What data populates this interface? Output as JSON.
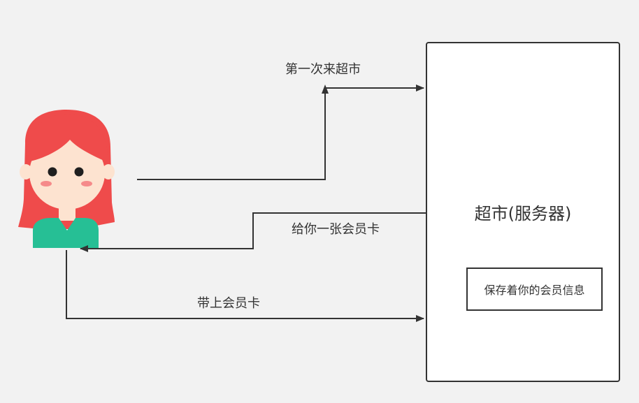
{
  "labels": {
    "first_visit": "第一次来超市",
    "give_card": "给你一张会员卡",
    "bring_card": "带上会员卡"
  },
  "server": {
    "title": "超市(服务器)",
    "info_box": "保存着你的会员信息"
  },
  "colors": {
    "background": "#f2f2f2",
    "line": "#333333",
    "hair": "#ef4b4b",
    "skin": "#fde3d0",
    "shirt": "#26bf95",
    "cheek": "#f58a8a"
  }
}
